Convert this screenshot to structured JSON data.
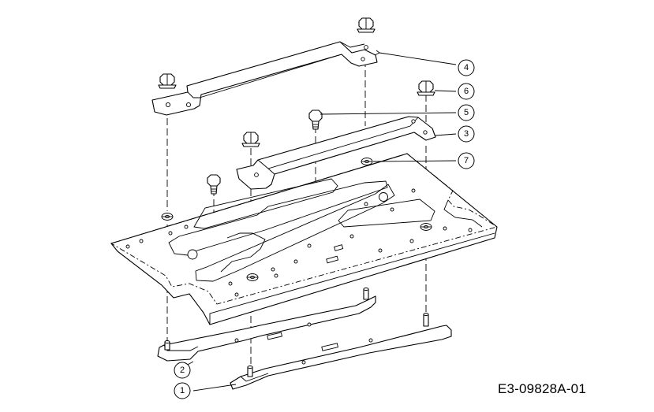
{
  "drawing_code": "E3-09828A-01",
  "callouts": [
    "1",
    "2",
    "3",
    "4",
    "5",
    "6",
    "7"
  ]
}
